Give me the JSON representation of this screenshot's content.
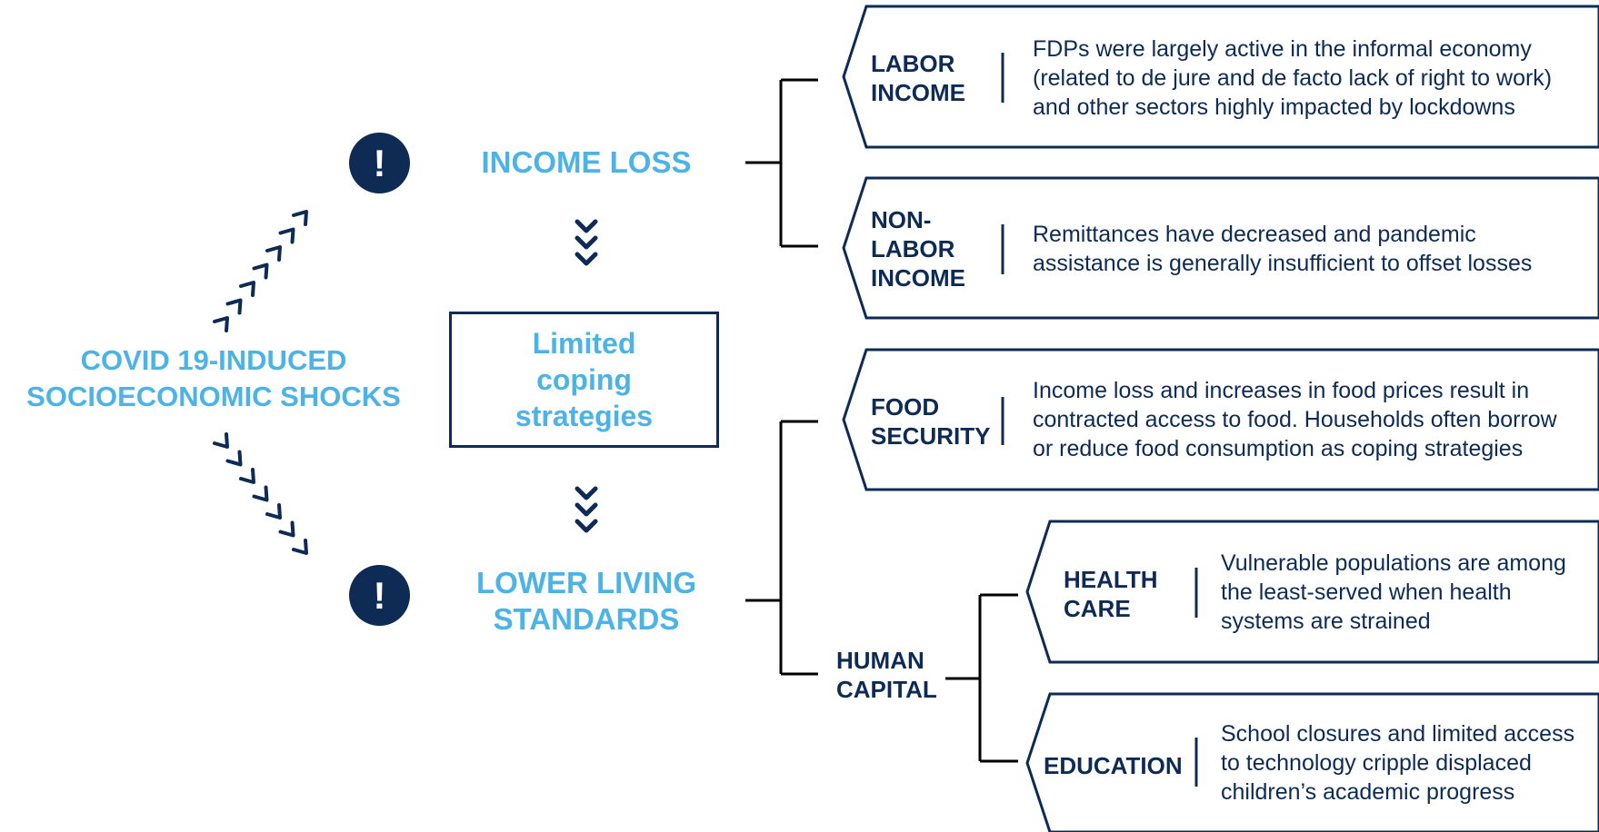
{
  "colors": {
    "dark": "#0d2b55",
    "light": "#4cb3e6"
  },
  "left_title": "COVID 19-INDUCED\nSOCIOECONOMIC SHOCKS",
  "income_loss": "INCOME LOSS",
  "coping": "Limited\ncoping\nstrategies",
  "lower_living": "LOWER LIVING\nSTANDARDS",
  "exclamation": "!",
  "human_capital": "HUMAN\nCAPITAL",
  "boxes": [
    {
      "category": "LABOR\nINCOME",
      "description": "FDPs were largely active in the informal economy\n(related to de jure and de facto lack of right to work)\nand other sectors highly impacted by lockdowns"
    },
    {
      "category": "NON-\nLABOR\nINCOME",
      "description": "Remittances have decreased and pandemic\nassistance is generally insufficient to offset losses"
    },
    {
      "category": "FOOD\nSECURITY",
      "description": "Income loss and increases in food prices result in\ncontracted access to food. Households often borrow\nor reduce food consumption as coping strategies"
    },
    {
      "category": "HEALTH\nCARE",
      "description": "Vulnerable populations are among\nthe least-served when health\nsystems are strained"
    },
    {
      "category": "EDUCATION",
      "description": "School closures and limited access\nto technology cripple displaced\nchildren’s academic progress"
    }
  ]
}
